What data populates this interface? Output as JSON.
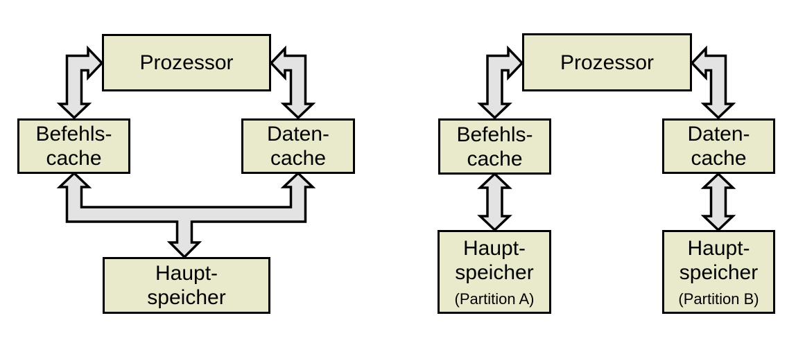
{
  "colors": {
    "background": "#ffffff",
    "box_fill": "#e9e9cb",
    "box_border": "#000000",
    "arrow_fill": "#e3e3e3",
    "arrow_stroke": "#000000",
    "text": "#000000"
  },
  "left_diagram": {
    "nodes": {
      "prozessor": {
        "label": "Prozessor"
      },
      "befehlscache": {
        "lines": [
          "Befehls-",
          "cache"
        ]
      },
      "datencache": {
        "lines": [
          "Daten-",
          "cache"
        ]
      },
      "hauptspeicher": {
        "lines": [
          "Haupt-",
          "speicher"
        ]
      }
    }
  },
  "right_diagram": {
    "nodes": {
      "prozessor": {
        "label": "Prozessor"
      },
      "befehlscache": {
        "lines": [
          "Befehls-",
          "cache"
        ]
      },
      "datencache": {
        "lines": [
          "Daten-",
          "cache"
        ]
      },
      "hauptspeicher_a": {
        "lines": [
          "Haupt-",
          "speicher"
        ],
        "sub": "(Partition A)"
      },
      "hauptspeicher_b": {
        "lines": [
          "Haupt-",
          "speicher"
        ],
        "sub": "(Partition B)"
      }
    }
  }
}
